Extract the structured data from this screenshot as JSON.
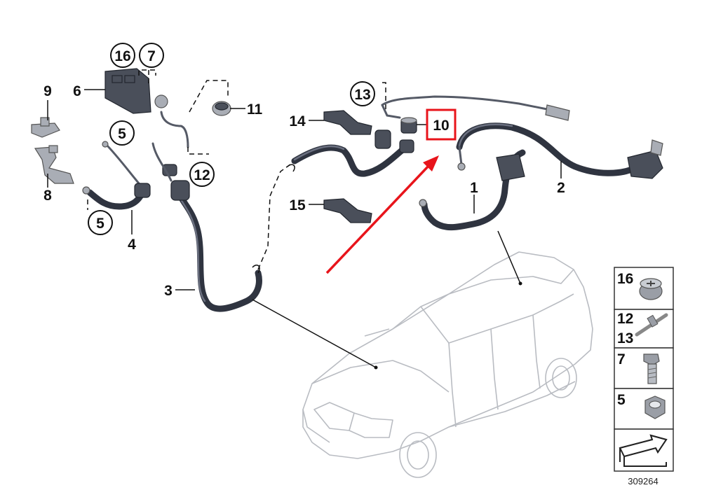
{
  "diagram": {
    "reference_number": "309264",
    "highlight_color": "#e8141b",
    "highlighted_part": "10",
    "callouts": [
      {
        "id": "c16",
        "text": "16",
        "style": "circle"
      },
      {
        "id": "c7a",
        "text": "7",
        "style": "circle"
      },
      {
        "id": "c6",
        "text": "6",
        "style": "plain"
      },
      {
        "id": "c9",
        "text": "9",
        "style": "plain"
      },
      {
        "id": "c8",
        "text": "8",
        "style": "plain"
      },
      {
        "id": "c5a",
        "text": "5",
        "style": "circle"
      },
      {
        "id": "c5b",
        "text": "5",
        "style": "circle"
      },
      {
        "id": "c4",
        "text": "4",
        "style": "plain"
      },
      {
        "id": "c3",
        "text": "3",
        "style": "plain"
      },
      {
        "id": "c11",
        "text": "11",
        "style": "plain"
      },
      {
        "id": "c12",
        "text": "12",
        "style": "circle"
      },
      {
        "id": "c13",
        "text": "13",
        "style": "circle"
      },
      {
        "id": "c14",
        "text": "14",
        "style": "plain"
      },
      {
        "id": "c15",
        "text": "15",
        "style": "plain"
      },
      {
        "id": "c10",
        "text": "10",
        "style": "highlight"
      },
      {
        "id": "c1",
        "text": "1",
        "style": "plain"
      },
      {
        "id": "c2",
        "text": "2",
        "style": "plain"
      }
    ],
    "legend": [
      {
        "label": "16",
        "icon": "cap-nut-icon"
      },
      {
        "label": "12",
        "label2": "13",
        "icon": "cable-tie-icon"
      },
      {
        "label": "7",
        "icon": "bolt-icon"
      },
      {
        "label": "5",
        "icon": "hex-nut-icon"
      },
      {
        "label": "",
        "icon": "front-direction-arrow-icon"
      }
    ]
  }
}
